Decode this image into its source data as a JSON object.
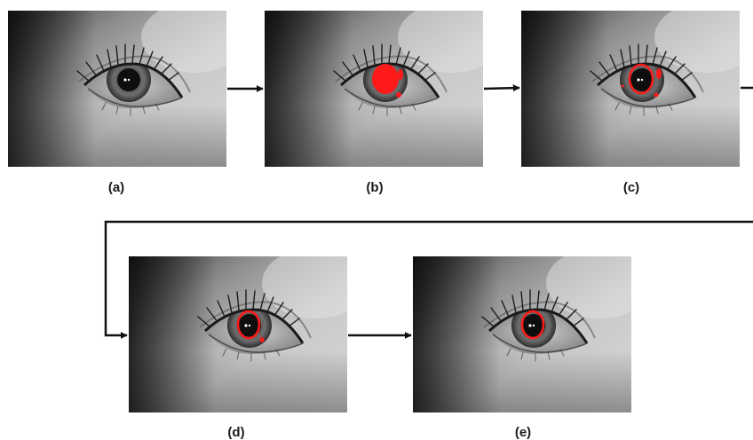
{
  "figure": {
    "panels": [
      {
        "id": "a",
        "caption": "(a)",
        "overlay": "none"
      },
      {
        "id": "b",
        "caption": "(b)",
        "overlay": "filled-pupil-mask"
      },
      {
        "id": "c",
        "caption": "(c)",
        "overlay": "pupil-contour-with-noise"
      },
      {
        "id": "d",
        "caption": "(d)",
        "overlay": "pupil-contour-reduced-noise"
      },
      {
        "id": "e",
        "caption": "(e)",
        "overlay": "clean-pupil-ellipse"
      }
    ],
    "colors": {
      "overlay": "#ff1a1a",
      "arrow": "#111111",
      "caption": "#1a1a1a",
      "background": "#ffffff"
    }
  }
}
